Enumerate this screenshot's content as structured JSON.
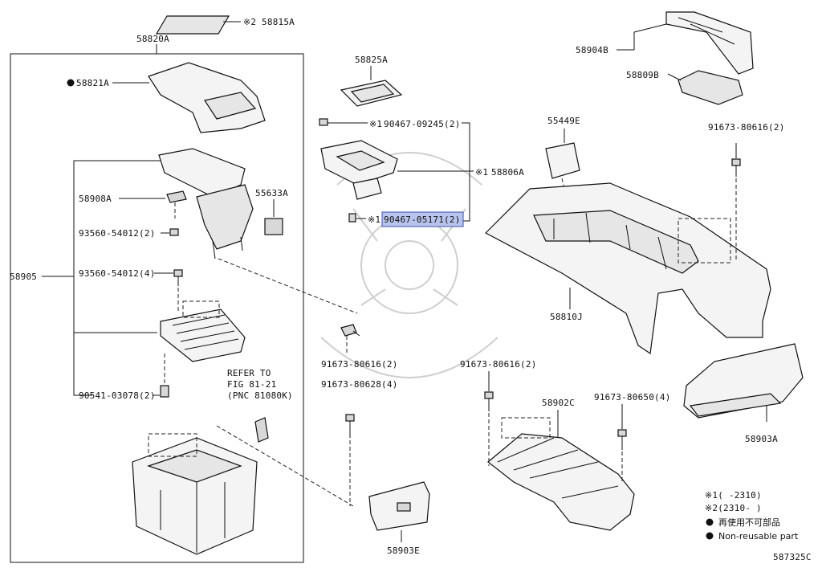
{
  "diagram": {
    "labels": {
      "p58815A": "※2 58815A",
      "p58820A": "58820A",
      "p58821A": "58821A",
      "p58908A": "58908A",
      "p93560_2": "93560-54012(2)",
      "p58905": "58905",
      "p93560_4": "93560-54012(4)",
      "p90541": "90541-03078(2)",
      "p55633A": "55633A",
      "refer1": "REFER TO",
      "refer2": "FIG 81-21",
      "refer3": "(PNC 81080K)",
      "p58825A": "58825A",
      "p90467_09245": "90467-09245(2)",
      "mark1a": "※1",
      "p58806A": "58806A",
      "mark1b": "※1",
      "p90467_05171": "90467-05171(2)",
      "mark1c": "※1",
      "p91673_80616_mid": "91673-80616(2)",
      "p91673_80628": "91673-80628(4)",
      "p58903E": "58903E",
      "p58904B": "58904B",
      "p58809B": "58809B",
      "p55449E": "55449E",
      "p91673_80616_right": "91673-80616(2)",
      "p58810J": "58810J",
      "p91673_80616_low": "91673-80616(2)",
      "p58902C": "58902C",
      "p91673_80650": "91673-80650(4)",
      "p58903A": "58903A"
    },
    "legend": {
      "line1": "※1(    -2310)",
      "line2": "※2(2310-    )",
      "line3": "再使用不可部品",
      "line4": "Non-reusable part"
    },
    "figure_code": "587325C",
    "highlight_color": "#b9c4ee"
  }
}
